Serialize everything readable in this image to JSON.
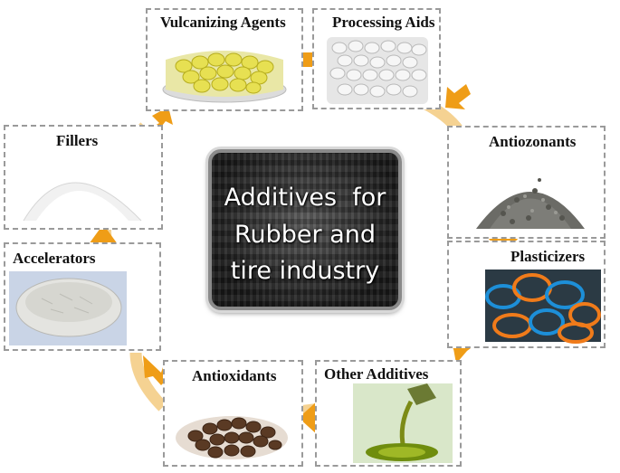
{
  "center": {
    "line1": "Additives  for",
    "line2": "Rubber and",
    "line3": "tire industry"
  },
  "nodes": [
    {
      "label": "Vulcanizing Agents"
    },
    {
      "label": "Processing Aids"
    },
    {
      "label": "Antiozonants"
    },
    {
      "label": "Plasticizers"
    },
    {
      "label": "Other Additives"
    },
    {
      "label": "Antioxidants"
    },
    {
      "label": "Accelerators"
    },
    {
      "label": "Fillers"
    }
  ],
  "colors": {
    "arrow": "#f0a21b",
    "ring": "#f4cd86",
    "box_border": "#9a9a9a"
  }
}
